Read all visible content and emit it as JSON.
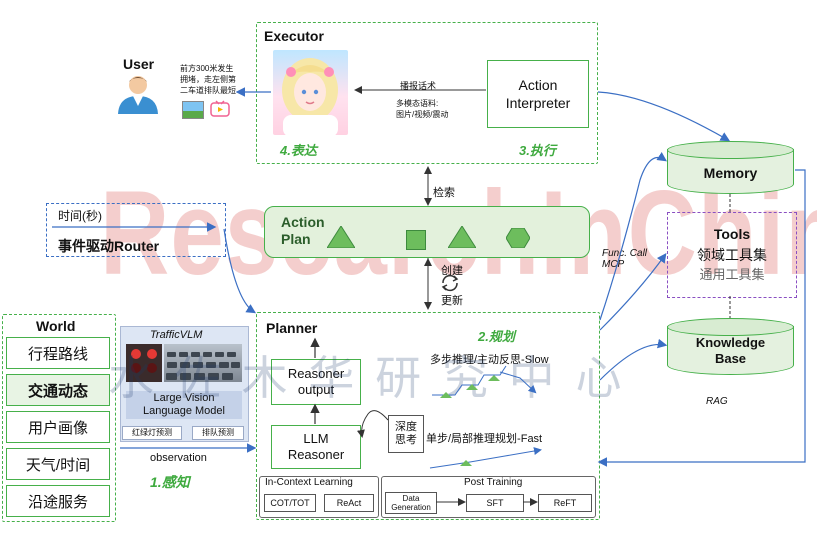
{
  "executor": {
    "title": "Executor",
    "action_interpreter": "Action Interpreter",
    "broadcast_label": "播报话术",
    "multimodal_label": "多模态语料:\n图片/视频/震动",
    "stage_express": "4.表达",
    "stage_execute": "3.执行"
  },
  "user": {
    "title": "User",
    "message": "前方300米发生\n拥堵，走左侧第\n二车道排队最短"
  },
  "router": {
    "time_label": "时间(秒)",
    "title": "事件驱动Router"
  },
  "action_plan": {
    "title": "Action\nPlan",
    "retrieve_label": "检索",
    "create_label": "创建",
    "update_label": "更新"
  },
  "planner": {
    "title": "Planner",
    "stage_plan": "2.规划",
    "reasoner_output": "Reasoner\noutput",
    "llm_reasoner": "LLM\nReasoner",
    "deep_thinking": "深度\n思考",
    "slow_label": "多步推理/主动反思-Slow",
    "fast_label": "单步/局部推理规划-Fast",
    "icl": {
      "title": "In-Context Learning",
      "items": [
        "COT/TOT",
        "ReAct"
      ]
    },
    "post_training": {
      "title": "Post Training",
      "items": [
        "Data\nGeneration",
        "SFT",
        "ReFT"
      ]
    }
  },
  "world": {
    "title": "World",
    "items": [
      "行程路线",
      "交通动态",
      "用户画像",
      "天气/时间",
      "沿途服务"
    ],
    "highlighted": "交通动态"
  },
  "trafficvlm": {
    "title": "TrafficVLM",
    "subtitle": "Large Vision\nLanguage Model",
    "tags": [
      "红绿灯预测",
      "排队预测"
    ],
    "observation": "observation",
    "stage_perceive": "1.感知"
  },
  "right": {
    "memory": "Memory",
    "tools_title": "Tools",
    "tools_domain": "领域工具集",
    "tools_general": "通用工具集",
    "knowledge": "Knowledge\nBase",
    "func_call": "Func. Call\nMCP",
    "rag": "RAG"
  },
  "watermark": {
    "latin": "ResearchInChina",
    "cjk": "水 佐 木 华 研 究 中 心"
  },
  "colors": {
    "green": "#46b04a",
    "blue_arrow": "#3b6fc4",
    "purple": "#8a4fc2",
    "watermark_red": "#d9534f",
    "plan_fill": "#e3f1dc",
    "shape_green": "#6dbd5d"
  }
}
